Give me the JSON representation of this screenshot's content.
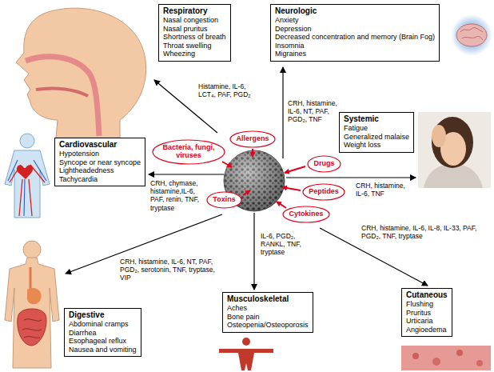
{
  "diagram": {
    "nodes": [
      {
        "text": [
          "Respiratory",
          "Nasal congestion",
          "Nasal pruritus",
          "Shortness of breath",
          "Throat swelling",
          "Wheezing"
        ]
      },
      {
        "text": [
          "Neurologic",
          "Anxiety",
          "Depression",
          "Decreased concentration and memory (Brain Fog)",
          "Insomnia",
          "Migraines"
        ]
      },
      {
        "text": [
          "Bacteria, fungi, viruses"
        ]
      },
      {
        "text": [
          "Allergens"
        ]
      },
      {
        "text": [
          "Systemic",
          "Fatigue",
          "Generalized malaise",
          "Weight loss"
        ]
      },
      {
        "text": [
          "Drugs"
        ]
      },
      {
        "text": [
          "Cardiovascular",
          "Hypotension",
          "Syncope or near syncope",
          "Lightheadedness",
          "Tachycardia"
        ]
      },
      {
        "text": [
          "Peptides"
        ]
      },
      {
        "text": [
          "Toxins"
        ]
      },
      {
        "text": [
          "Cytokines"
        ]
      },
      {
        "text": [
          "Digestive",
          "Abdominal cramps",
          "Diarrhea",
          "Esophageal reflux",
          "Nausea and vomiting"
        ]
      },
      {
        "text": [
          "Musculoskeletal",
          "Aches",
          "Bone pain",
          "Osteopenia/Osteoporosis"
        ]
      },
      {
        "text": [
          "Cutaneous",
          "Flushing",
          "Pruritus",
          "Urticaria",
          "Angioedema"
        ]
      }
    ],
    "labels": [
      "Histamine, IL-6, LCT₄, PAF, PGD₂",
      "CRH, histamine, IL-6, NT, PAF, PGD₂, TNF",
      "CRH, histamine, IL-6, TNF",
      "CRH, chymase, histamine,IL-6, PAF, renin, TNF, tryptase",
      "CRH, histamine, IL-6, NT, PAF, PGD₂, serotonin, TNF, tryptase, VIP",
      "IL-6, PGD₂, RANKL, TNF, tryptase",
      "CRH, histamine, IL-6, IL-8, IL-33, PAF, PGD₂, TNF, tryptase"
    ]
  }
}
